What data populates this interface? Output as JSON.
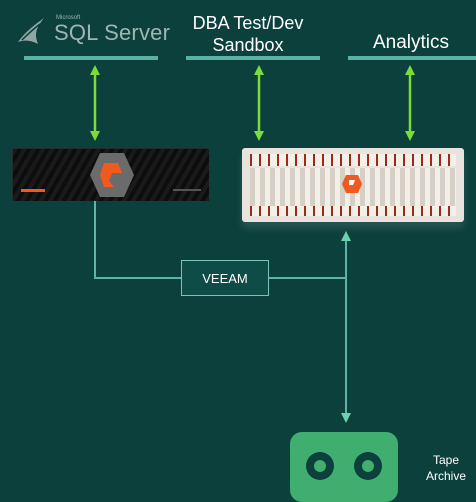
{
  "top": {
    "sql_logo_text": "SQL Server",
    "sql_logo_small": "Microsoft",
    "dba_label": "DBA Test/Dev Sandbox",
    "analytics_label": "Analytics"
  },
  "connectors": {
    "veeam_label": "VEEAM"
  },
  "tape": {
    "label_line1": "Tape",
    "label_line2": "Archive"
  },
  "colors": {
    "background": "#0b403d",
    "accent_bar": "#5ab1a5",
    "arrow": "#7ddc3a",
    "line": "#5fb4a8",
    "brand_orange": "#f05a1e",
    "tape_icon": "#3fae6e"
  }
}
